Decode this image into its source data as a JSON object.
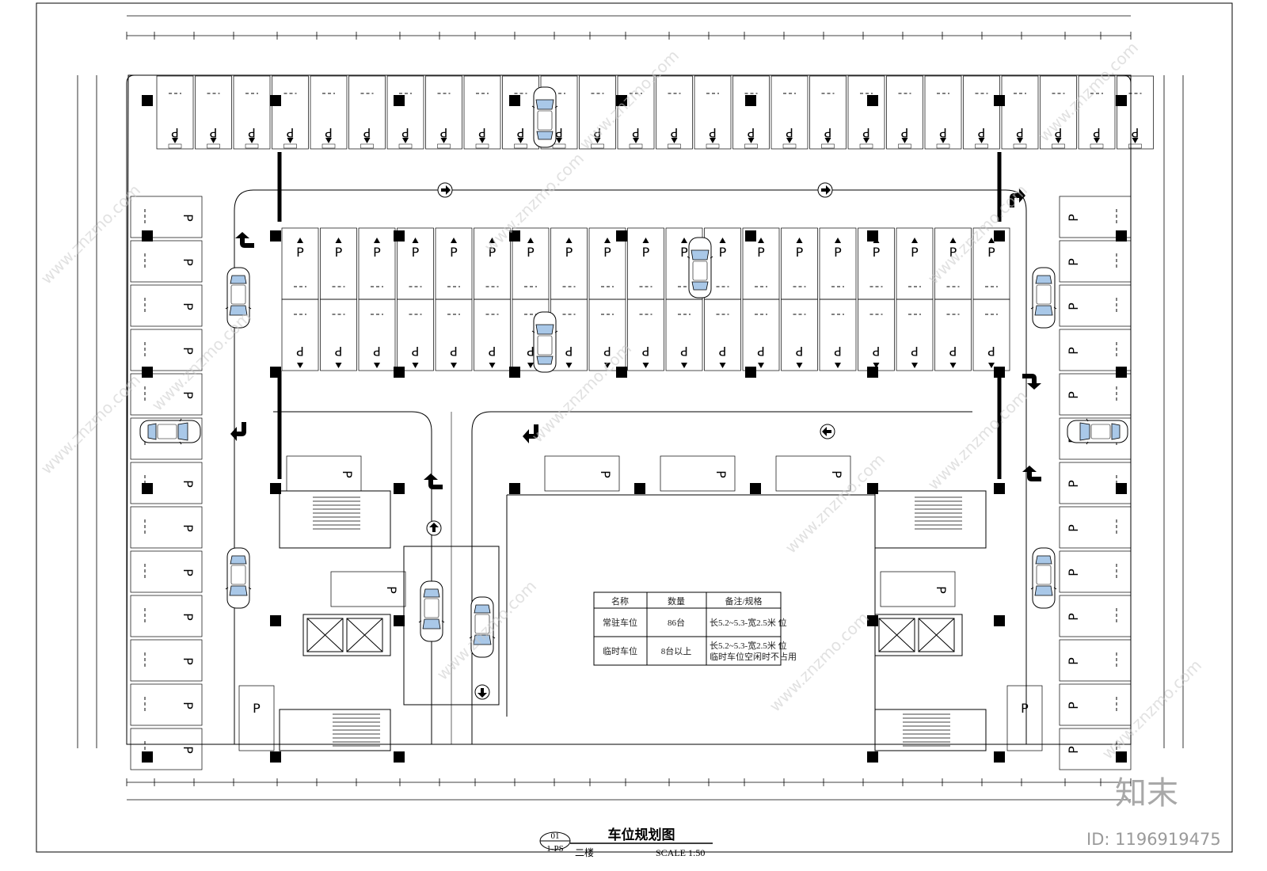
{
  "title_block": {
    "drawing_number": "01",
    "sheet_code": "1-PS",
    "title": "车位规划图",
    "floor": "二楼",
    "scale": "SCALE 1:50"
  },
  "legend_table": {
    "headers": [
      "名称",
      "数量",
      "备注/规格"
    ],
    "rows": [
      [
        "常驻车位",
        "86台",
        "长5.2~5.3-宽2.5米 位"
      ],
      [
        "临时车位",
        "8台以上",
        "长5.2~5.3-宽2.5米 位\n临时车位空闲时不占用"
      ]
    ]
  },
  "watermark": {
    "brand": "知末",
    "id": "ID: 1196919475",
    "site": "www.znzmo.com"
  },
  "colors": {
    "line": "#000000",
    "column": "#000000",
    "car_glass": "#a9c8e8",
    "watermark": "#c9c9c9"
  },
  "icons": {
    "parking": "parking-p-symbol",
    "car": "car-top-view-icon",
    "arrow": "flow-arrow-icon",
    "stair": "staircase-icon",
    "elevator": "elevator-shaft-icon"
  }
}
